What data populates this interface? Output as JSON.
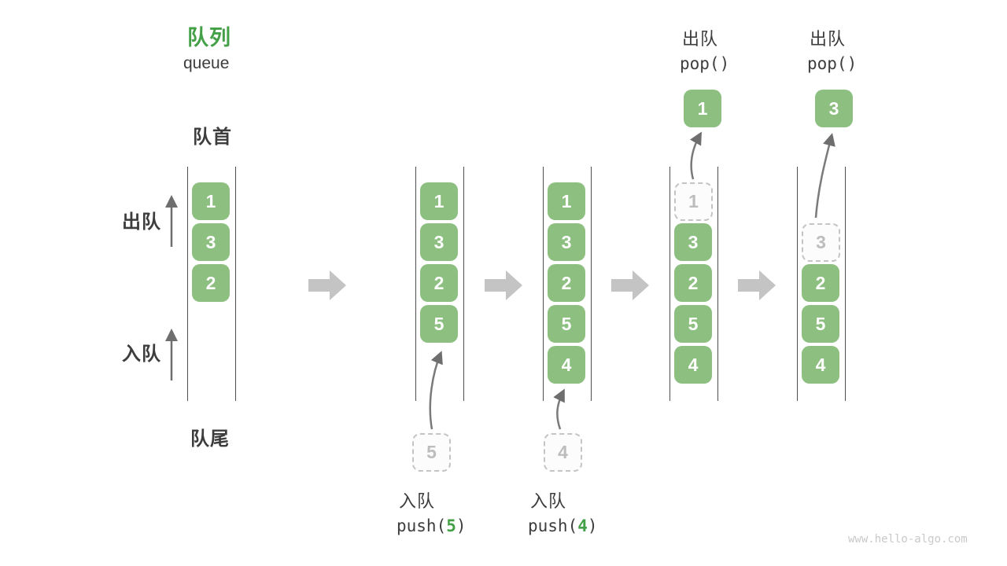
{
  "header": {
    "title_zh": "队列",
    "title_en": "queue"
  },
  "labels": {
    "front": "队首",
    "rear": "队尾",
    "dequeue": "出队",
    "enqueue": "入队"
  },
  "operations": {
    "push5": {
      "label": "入队",
      "fn": "push(",
      "arg": "5",
      "close": ")"
    },
    "push4": {
      "label": "入队",
      "fn": "push(",
      "arg": "4",
      "close": ")"
    },
    "pop1": {
      "label": "出队",
      "code": "pop()"
    },
    "pop2": {
      "label": "出队",
      "code": "pop()"
    }
  },
  "states": [
    {
      "queue": [
        "1",
        "3",
        "2"
      ]
    },
    {
      "queue": [
        "1",
        "3",
        "2",
        "5"
      ],
      "incoming": "5"
    },
    {
      "queue": [
        "1",
        "3",
        "2",
        "5",
        "4"
      ],
      "incoming": "4"
    },
    {
      "queue": [
        "3",
        "2",
        "5",
        "4"
      ],
      "removed": "1",
      "popped": "1"
    },
    {
      "queue": [
        "2",
        "5",
        "4"
      ],
      "removed": "3",
      "popped": "3"
    }
  ],
  "watermark": "www.hello-algo.com",
  "colors": {
    "accent_green": "#43A047",
    "element_green": "#8CBF80",
    "element_text": "#FFFFFF",
    "dark_text": "#3D3D3D",
    "block_arrow_gray": "#C4C4C4",
    "motion_arrow_gray": "#7A7A7A",
    "dashed_gray": "#C4C4C4",
    "channel_line": "#4F4F4F",
    "watermark_gray": "#C9C9C9"
  }
}
